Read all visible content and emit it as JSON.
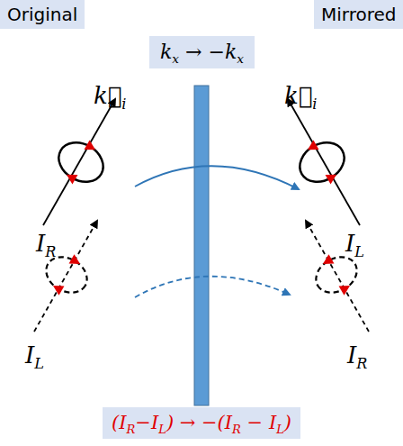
{
  "diagram": {
    "nodes": [
      {
        "text": [
          "Original"
        ]
      },
      {
        "text": [
          "Mirrored"
        ]
      },
      {
        "text": [
          "kx → −kx"
        ]
      },
      {
        "text": [
          "(IR−IL) → −(IR − IL)"
        ]
      }
    ],
    "labels": [
      "k⃗i",
      "k⃗i",
      "IR",
      "IL",
      "IL",
      "IR"
    ]
  }
}
